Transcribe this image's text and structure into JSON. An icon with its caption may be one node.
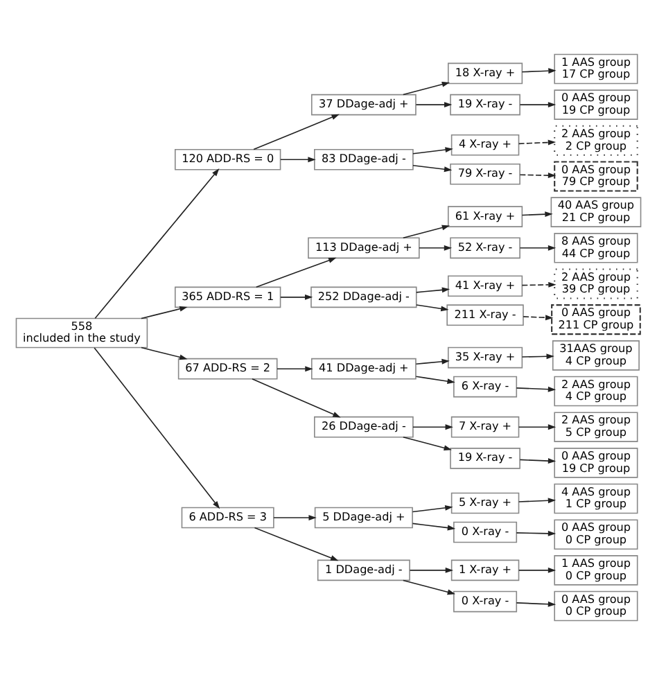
{
  "diagram": {
    "nodes": [
      {
        "text": [
          "558",
          "included in the study"
        ]
      },
      {
        "text": [
          "120 ADD-RS = 0"
        ]
      },
      {
        "text": [
          "37 DDage-adj +"
        ]
      },
      {
        "text": [
          "18 X-ray +"
        ]
      },
      {
        "text": [
          "1 AAS group",
          "17 CP group"
        ]
      },
      {
        "text": [
          "19 X-ray -"
        ]
      },
      {
        "text": [
          "0 AAS group",
          "19 CP group"
        ]
      },
      {
        "text": [
          "83 DDage-adj -"
        ]
      },
      {
        "text": [
          "4 X-ray +"
        ]
      },
      {
        "text": [
          "2 AAS group",
          "2 CP group"
        ]
      },
      {
        "text": [
          "79 X-ray -"
        ]
      },
      {
        "text": [
          "0 AAS group",
          "79 CP group"
        ]
      },
      {
        "text": [
          "365 ADD-RS = 1"
        ]
      },
      {
        "text": [
          "113 DDage-adj +"
        ]
      },
      {
        "text": [
          "61 X-ray +"
        ]
      },
      {
        "text": [
          "40 AAS group",
          "21 CP group"
        ]
      },
      {
        "text": [
          "52 X-ray -"
        ]
      },
      {
        "text": [
          "8 AAS group",
          "44 CP group"
        ]
      },
      {
        "text": [
          "252 DDage-adj -"
        ]
      },
      {
        "text": [
          "41 X-ray +"
        ]
      },
      {
        "text": [
          "2 AAS group",
          "39 CP group"
        ]
      },
      {
        "text": [
          "211 X-ray -"
        ]
      },
      {
        "text": [
          "0 AAS group",
          "211 CP group"
        ]
      },
      {
        "text": [
          "67 ADD-RS = 2"
        ]
      },
      {
        "text": [
          "41 DDage-adj +"
        ]
      },
      {
        "text": [
          "35 X-ray +"
        ]
      },
      {
        "text": [
          "31AAS group",
          "4 CP group"
        ]
      },
      {
        "text": [
          "6 X-ray -"
        ]
      },
      {
        "text": [
          "2 AAS group",
          "4 CP group"
        ]
      },
      {
        "text": [
          "26 DDage-adj -"
        ]
      },
      {
        "text": [
          "7 X-ray +"
        ]
      },
      {
        "text": [
          "2 AAS group",
          "5 CP group"
        ]
      },
      {
        "text": [
          "19 X-ray -"
        ]
      },
      {
        "text": [
          "0 AAS group",
          "19 CP group"
        ]
      },
      {
        "text": [
          "6 ADD-RS = 3"
        ]
      },
      {
        "text": [
          "5 DDage-adj +"
        ]
      },
      {
        "text": [
          "5 X-ray +"
        ]
      },
      {
        "text": [
          "4 AAS group",
          "1 CP group"
        ]
      },
      {
        "text": [
          "0 X-ray -"
        ]
      },
      {
        "text": [
          "0 AAS group",
          "0 CP group"
        ]
      },
      {
        "text": [
          "1 DDage-adj -"
        ]
      },
      {
        "text": [
          "1 X-ray +"
        ]
      },
      {
        "text": [
          "1 AAS group",
          "0 CP group"
        ]
      },
      {
        "text": [
          "0 X-ray -"
        ]
      },
      {
        "text": [
          "0 AAS group",
          "0 CP group"
        ]
      }
    ],
    "edges": [
      {
        "from": 0,
        "to": 1,
        "arrow": "to"
      },
      {
        "from": 1,
        "to": 2,
        "arrow": "to"
      },
      {
        "from": 2,
        "to": 3,
        "arrow": "to"
      },
      {
        "from": 3,
        "to": 4,
        "arrow": "to"
      },
      {
        "from": 2,
        "to": 5,
        "arrow": "to"
      },
      {
        "from": 5,
        "to": 6,
        "arrow": "to"
      },
      {
        "from": 1,
        "to": 7,
        "arrow": "to"
      },
      {
        "from": 7,
        "to": 8,
        "arrow": "to"
      },
      {
        "from": 8,
        "to": 9,
        "arrow": "to",
        "style": "dashed"
      },
      {
        "from": 7,
        "to": 10,
        "arrow": "to"
      },
      {
        "from": 10,
        "to": 11,
        "arrow": "to",
        "style": "dashed"
      },
      {
        "from": 0,
        "to": 12,
        "arrow": "to"
      },
      {
        "from": 12,
        "to": 13,
        "arrow": "to"
      },
      {
        "from": 13,
        "to": 14,
        "arrow": "to"
      },
      {
        "from": 14,
        "to": 15,
        "arrow": "to"
      },
      {
        "from": 13,
        "to": 16,
        "arrow": "to"
      },
      {
        "from": 16,
        "to": 17,
        "arrow": "to"
      },
      {
        "from": 12,
        "to": 18,
        "arrow": "to"
      },
      {
        "from": 18,
        "to": 19,
        "arrow": "to"
      },
      {
        "from": 19,
        "to": 20,
        "arrow": "to",
        "style": "dashed"
      },
      {
        "from": 18,
        "to": 21,
        "arrow": "to"
      },
      {
        "from": 21,
        "to": 22,
        "arrow": "to",
        "style": "dashed"
      },
      {
        "from": 0,
        "to": 23,
        "arrow": "to"
      },
      {
        "from": 23,
        "to": 24,
        "arrow": "to"
      },
      {
        "from": 24,
        "to": 25,
        "arrow": "to"
      },
      {
        "from": 25,
        "to": 26,
        "arrow": "to"
      },
      {
        "from": 24,
        "to": 27,
        "arrow": "to"
      },
      {
        "from": 27,
        "to": 28,
        "arrow": "to"
      },
      {
        "from": 23,
        "to": 29,
        "arrow": "to"
      },
      {
        "from": 29,
        "to": 30,
        "arrow": "to"
      },
      {
        "from": 30,
        "to": 31,
        "arrow": "to"
      },
      {
        "from": 29,
        "to": 32,
        "arrow": "to"
      },
      {
        "from": 32,
        "to": 33,
        "arrow": "to"
      },
      {
        "from": 0,
        "to": 34,
        "arrow": "to"
      },
      {
        "from": 34,
        "to": 35,
        "arrow": "to"
      },
      {
        "from": 35,
        "to": 36,
        "arrow": "to"
      },
      {
        "from": 36,
        "to": 37,
        "arrow": "to"
      },
      {
        "from": 35,
        "to": 38,
        "arrow": "to"
      },
      {
        "from": 38,
        "to": 39,
        "arrow": "to"
      },
      {
        "from": 34,
        "to": 40,
        "arrow": "to"
      },
      {
        "from": 40,
        "to": 41,
        "arrow": "to"
      },
      {
        "from": 41,
        "to": 42,
        "arrow": "to"
      },
      {
        "from": 40,
        "to": 43,
        "arrow": "to"
      },
      {
        "from": 43,
        "to": 44,
        "arrow": "to"
      }
    ]
  }
}
